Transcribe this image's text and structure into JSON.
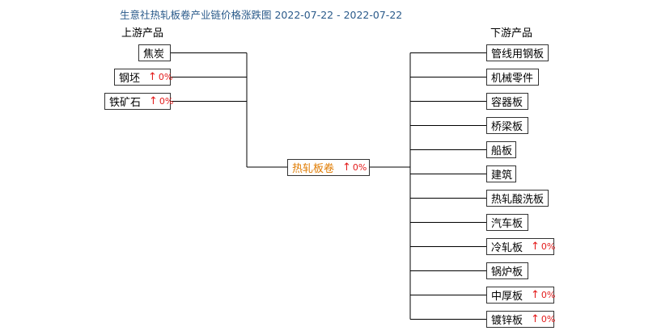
{
  "title": "生意社热轧板卷产业链价格涨跌图 2022-07-22 - 2022-07-22",
  "upstream_label": "上游产品",
  "downstream_label": "下游产品",
  "up_arrow_icon": "arrow-up-icon",
  "change_color": "#e31b1b",
  "center_color": "#e07b00",
  "center": {
    "name": "热轧板卷",
    "change": "0%"
  },
  "upstream": [
    {
      "name": "焦炭",
      "change": ""
    },
    {
      "name": "钢坯",
      "change": "0%"
    },
    {
      "name": "铁矿石",
      "change": "0%"
    }
  ],
  "downstream": [
    {
      "name": "管线用钢板",
      "change": ""
    },
    {
      "name": "机械零件",
      "change": ""
    },
    {
      "name": "容器板",
      "change": ""
    },
    {
      "name": "桥梁板",
      "change": ""
    },
    {
      "name": "船板",
      "change": ""
    },
    {
      "name": "建筑",
      "change": ""
    },
    {
      "name": "热轧酸洗板",
      "change": ""
    },
    {
      "name": "汽车板",
      "change": ""
    },
    {
      "name": "冷轧板",
      "change": "0%"
    },
    {
      "name": "锅炉板",
      "change": ""
    },
    {
      "name": "中厚板",
      "change": "0%"
    },
    {
      "name": "镀锌板",
      "change": "0%"
    }
  ]
}
